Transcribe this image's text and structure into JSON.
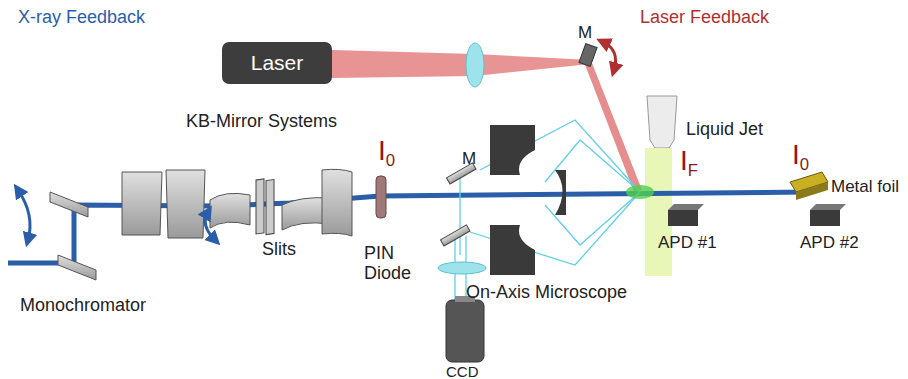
{
  "diagram": {
    "nodes": [
      {
        "text": [
          "Laser"
        ]
      }
    ],
    "labels": [
      "Laser Feedback",
      "X-ray Feedback",
      "KB-Mirror Systems",
      "M",
      "Liquid Jet",
      "I0",
      "IF",
      "I0",
      "M",
      "Metal foil",
      "Slits",
      "PIN Diode",
      "APD #1",
      "APD #2",
      "On-Axis Microscope",
      "Monochromator",
      "CCD"
    ]
  }
}
